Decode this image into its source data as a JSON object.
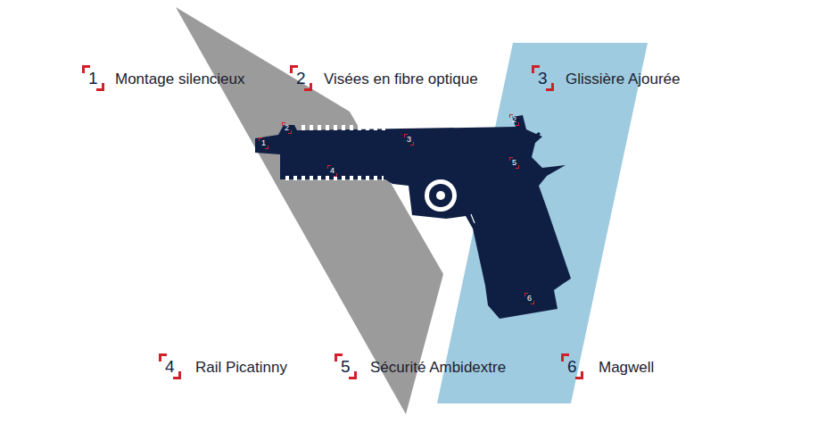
{
  "diagram": {
    "labels": [
      "1",
      "Montage silencieux",
      "2",
      "Visées en fibre optique",
      "3",
      "Glissière Ajourée",
      "2",
      "1",
      "2",
      "3",
      "5",
      "4",
      "6",
      "4",
      "Rail Picatinny",
      "5",
      "Sécurité Ambidextre",
      "6",
      "Magwell"
    ]
  }
}
